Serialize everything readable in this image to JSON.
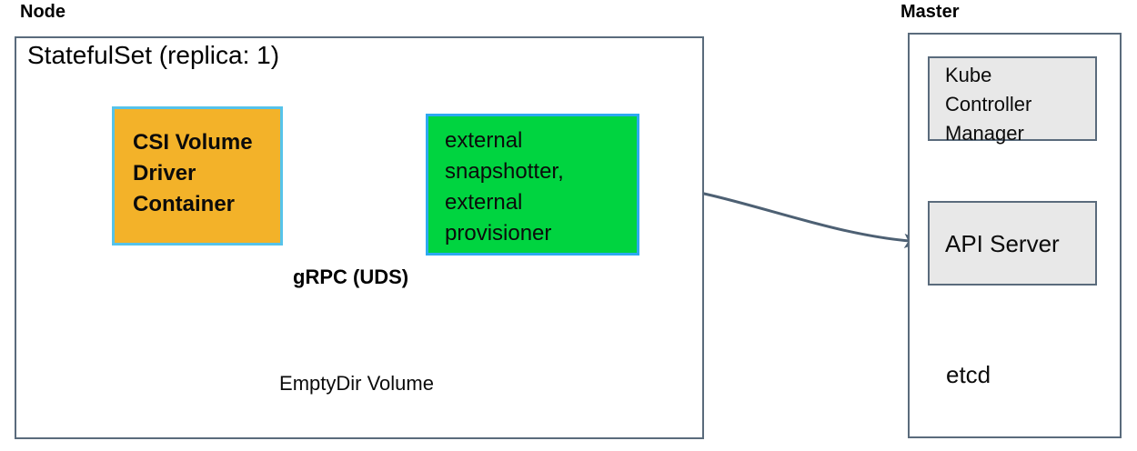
{
  "node": {
    "label": "Node",
    "statefulset": "StatefulSet (replica: 1)",
    "csi_container": "CSI Volume\nDriver\nContainer",
    "sidecars": "external\nsnapshotter,\nexternal\nprovisioner",
    "grpc": "gRPC (UDS)",
    "emptydir": "EmptyDir Volume"
  },
  "master": {
    "label": "Master",
    "kube_controller_manager": "Kube\nController\nManager",
    "api_server": "API Server",
    "etcd": "etcd"
  },
  "connections": [
    {
      "from": "CSI Volume Driver Container",
      "to": "EmptyDir Volume",
      "label": "gRPC (UDS)",
      "bidirectional": true
    },
    {
      "from": "external snapshotter, external provisioner",
      "to": "EmptyDir Volume",
      "label": "gRPC (UDS)",
      "bidirectional": true
    },
    {
      "from": "external snapshotter, external provisioner",
      "to": "API Server",
      "label": "",
      "bidirectional": true
    },
    {
      "from": "Kube Controller Manager",
      "to": "API Server",
      "label": "",
      "bidirectional": true
    },
    {
      "from": "API Server",
      "to": "etcd",
      "label": "",
      "bidirectional": true
    }
  ],
  "colors": {
    "csi-fill": "#f3b229",
    "csi-border": "#56c3ea",
    "sidecar-fill": "#00d440",
    "sidecar-border": "#2da9f0",
    "component-fill": "#e8e8e8",
    "stroke": "#5a6b7c",
    "arrow": "#4d6073"
  }
}
